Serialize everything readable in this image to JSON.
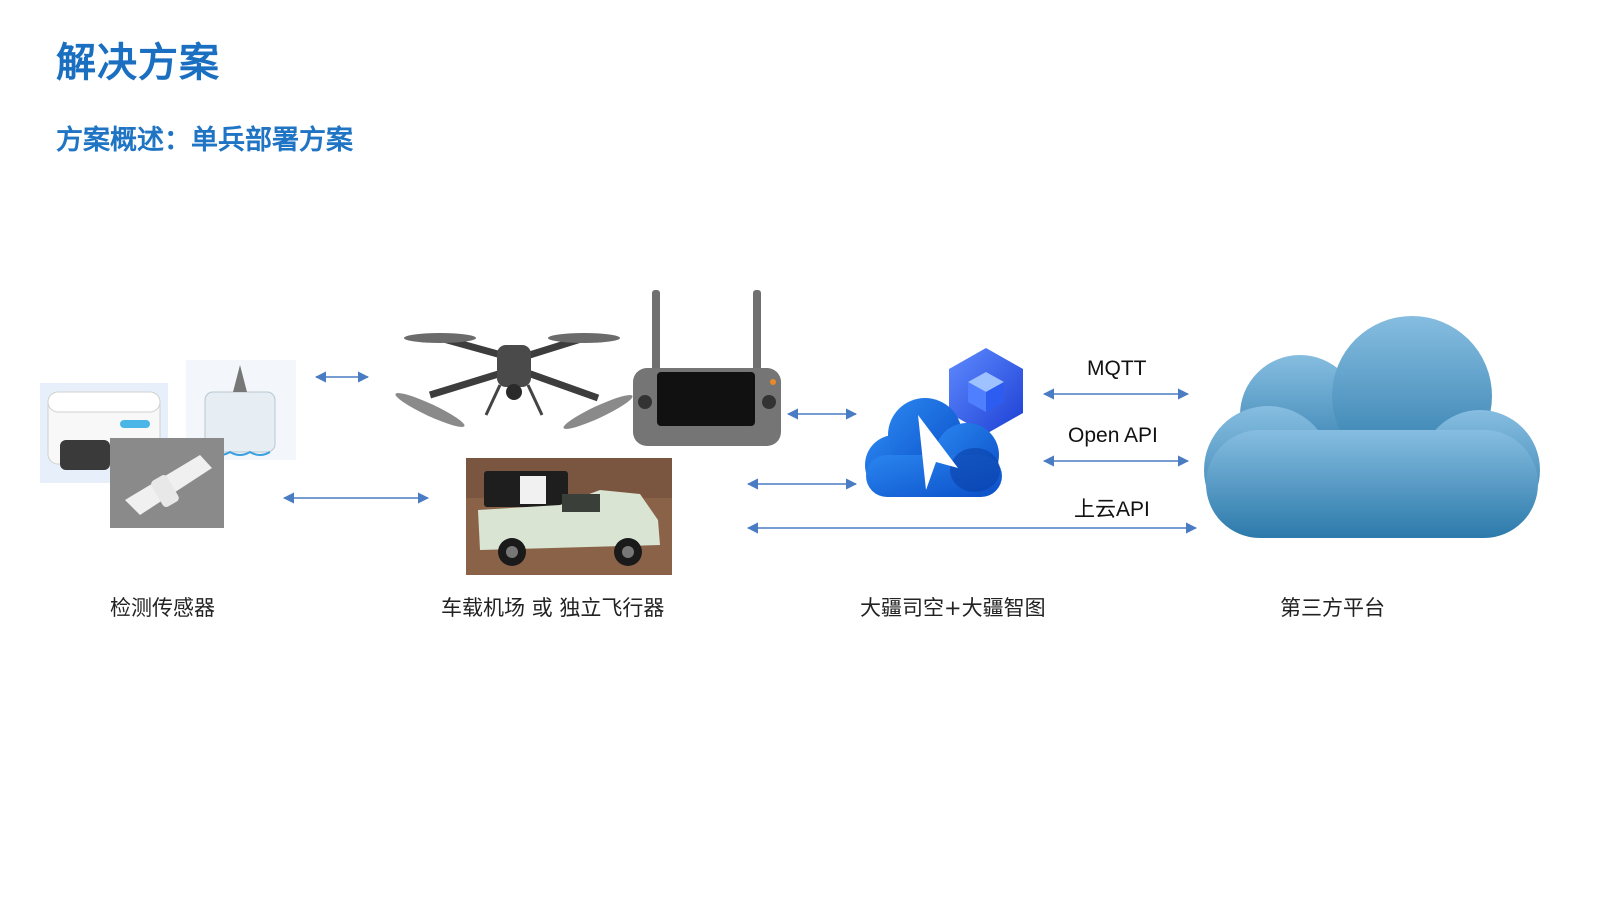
{
  "header": {
    "title": "解决方案",
    "subtitle": "方案概述：单兵部署方案"
  },
  "nodes": [
    {
      "id": "sensors",
      "label": "检测传感器"
    },
    {
      "id": "vehicle",
      "label": "车载机场 或 独立飞行器"
    },
    {
      "id": "dji",
      "label": "大疆司空+大疆智图"
    },
    {
      "id": "third",
      "label": "第三方平台"
    }
  ],
  "protocols": [
    {
      "label": "MQTT"
    },
    {
      "label": "Open API"
    },
    {
      "label": "上云API"
    }
  ],
  "colors": {
    "title": "#1a6fc0",
    "arrow": "#4a7cc4",
    "cloud_top": "#7fb6da",
    "cloud_bottom": "#2f7fb0",
    "dji_blue": "#1766e0"
  },
  "icons": {
    "sensors": "sensor-devices-icon",
    "drone": "drone-icon",
    "controller": "remote-controller-icon",
    "vehicle": "pickup-truck-icon",
    "dji": "dji-cloud-app-icon",
    "third": "cloud-icon"
  }
}
